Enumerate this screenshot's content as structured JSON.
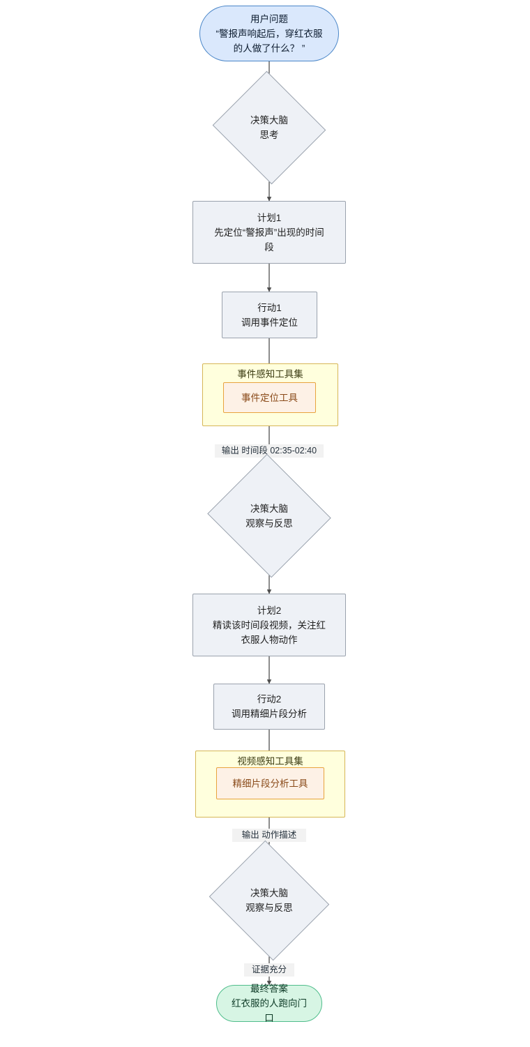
{
  "diagram": {
    "type": "flowchart",
    "direction": "top-down",
    "background_color": "#ffffff",
    "palette": {
      "start_fill": "#dae8fc",
      "start_stroke": "#4a86c8",
      "end_fill": "#d7f5e4",
      "end_stroke": "#4fbd8b",
      "process_fill": "#eef1f6",
      "process_stroke": "#9aa2ad",
      "subgraph_fill": "#ffffdd",
      "subgraph_stroke": "#d6b656",
      "tool_fill": "#fdf1e6",
      "tool_stroke": "#e8a33d",
      "tool_text": "#8a4b1a",
      "edge_stroke": "#4d4d4d",
      "edge_label_bg": "#f2f2f2"
    },
    "nodes": [
      {
        "id": "user-question",
        "shape": "stadium",
        "lines": [
          "用户问题",
          "“警报声响起后，穿红衣服",
          "的人做了什么？ ”"
        ],
        "text": "用户问题\n“警报声响起后，穿红衣服\n的人做了什么？ ”"
      },
      {
        "id": "brain-think",
        "shape": "diamond",
        "lines": [
          "决策大脑",
          "思考"
        ],
        "text": "决策大脑\n思考"
      },
      {
        "id": "plan-1",
        "shape": "rect",
        "lines": [
          "计划1",
          "先定位“警报声”出现的时间",
          "段"
        ],
        "text": "计划1\n先定位“警报声”出现的时间\n段"
      },
      {
        "id": "action-1",
        "shape": "rect",
        "lines": [
          "行动1",
          "调用事件定位"
        ],
        "text": "行动1\n调用事件定位"
      },
      {
        "id": "tool-1",
        "shape": "rect",
        "lines": [
          "事件定位工具"
        ],
        "text": "事件定位工具"
      },
      {
        "id": "brain-observe-1",
        "shape": "diamond",
        "lines": [
          "决策大脑",
          "观察与反思"
        ],
        "text": "决策大脑\n观察与反思"
      },
      {
        "id": "plan-2",
        "shape": "rect",
        "lines": [
          "计划2",
          "精读该时间段视频，关注红",
          "衣服人物动作"
        ],
        "text": "计划2\n精读该时间段视频，关注红\n衣服人物动作"
      },
      {
        "id": "action-2",
        "shape": "rect",
        "lines": [
          "行动2",
          "调用精细片段分析"
        ],
        "text": "行动2\n调用精细片段分析"
      },
      {
        "id": "tool-2",
        "shape": "rect",
        "lines": [
          "精细片段分析工具"
        ],
        "text": "精细片段分析工具"
      },
      {
        "id": "brain-observe-2",
        "shape": "diamond",
        "lines": [
          "决策大脑",
          "观察与反思"
        ],
        "text": "决策大脑\n观察与反思"
      },
      {
        "id": "final-answer",
        "shape": "stadium",
        "lines": [
          "最终答案",
          "红衣服的人跑向门口"
        ],
        "text": "最终答案\n红衣服的人跑向门口"
      }
    ],
    "subgraphs": [
      {
        "id": "event-toolset",
        "title": "事件感知工具集",
        "contains": "tool-1"
      },
      {
        "id": "video-toolset",
        "title": "视频感知工具集",
        "contains": "tool-2"
      }
    ],
    "edges": [
      {
        "from": "user-question",
        "to": "brain-think",
        "label": ""
      },
      {
        "from": "brain-think",
        "to": "plan-1",
        "label": ""
      },
      {
        "from": "plan-1",
        "to": "action-1",
        "label": ""
      },
      {
        "from": "action-1",
        "to": "tool-1",
        "label": ""
      },
      {
        "from": "tool-1",
        "to": "brain-observe-1",
        "label": "输出 时间段 02:35-02:40"
      },
      {
        "from": "brain-observe-1",
        "to": "plan-2",
        "label": ""
      },
      {
        "from": "plan-2",
        "to": "action-2",
        "label": ""
      },
      {
        "from": "action-2",
        "to": "tool-2",
        "label": ""
      },
      {
        "from": "tool-2",
        "to": "brain-observe-2",
        "label": "输出 动作描述"
      },
      {
        "from": "brain-observe-2",
        "to": "final-answer",
        "label": "证据充分"
      }
    ],
    "edge_labels": {
      "output_timerange": "输出 时间段 02:35-02:40",
      "output_action_desc": "输出 动作描述",
      "evidence_sufficient": "证据充分"
    }
  }
}
